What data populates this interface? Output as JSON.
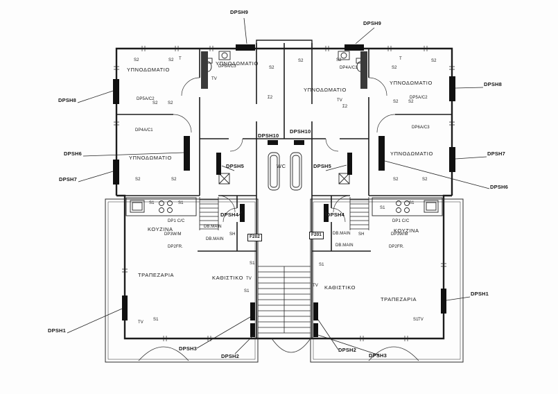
{
  "drawing": {
    "callouts": {
      "dpsh1": "DPSH1",
      "dpsh2": "DPSH2",
      "dpsh3": "DPSH3",
      "dpsh4": "DPSH4",
      "dpsh5": "DPSH5",
      "dpsh6": "DPSH6",
      "dpsh7": "DPSH7",
      "dpsh8": "DPSH8",
      "dpsh9": "DPSH9",
      "dpsh10": "DPSH10"
    },
    "rooms": {
      "bedroom": "ΥΠΝΟΔΩΜΑΤΙΟ",
      "wc": "WC",
      "kitchen": "ΚΟΥΖΙΝΑ",
      "dining": "ΤΡΑΠΕΖΑΡΙΑ",
      "living": "ΚΑΘΙΣΤΙΚΟ"
    },
    "panels": {
      "f201": "F201",
      "f202": "F202",
      "db_main": "DB.MAIN",
      "sh": "SH"
    },
    "codes": {
      "dp6a": "DP6A/C3",
      "dp5a": "DP5A/C2",
      "dp4a": "DP4A/C1",
      "dp1": "DP1 C/C",
      "dp3w": "DP3W/M",
      "dp2fr": "DP2FR."
    },
    "marks": {
      "s1": "S1",
      "s2": "S2",
      "sigma2": "Σ2",
      "tv": "TV",
      "t": "T"
    }
  }
}
